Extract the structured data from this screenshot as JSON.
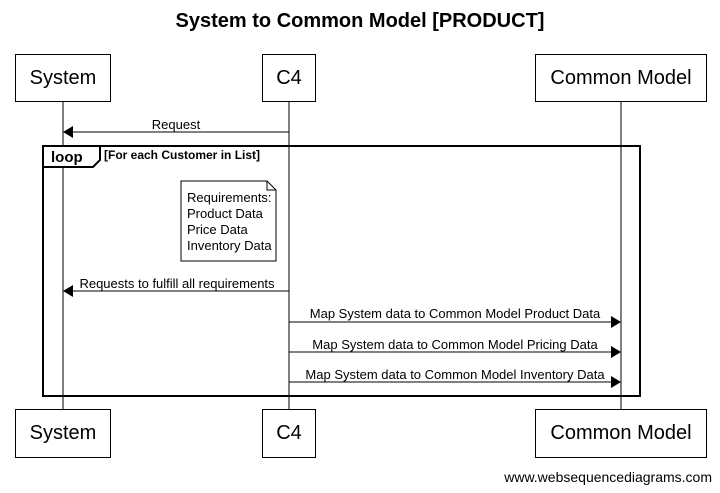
{
  "title": "System to Common Model [PRODUCT]",
  "participants": [
    "System",
    "C4",
    "Common Model"
  ],
  "messages": [
    {
      "from": "C4",
      "to": "System",
      "label": "Request"
    },
    {
      "from": "C4",
      "to": "System",
      "label": "Requests to fulfill all requirements"
    },
    {
      "from": "C4",
      "to": "Common Model",
      "label": "Map System data to Common Model Product Data"
    },
    {
      "from": "C4",
      "to": "Common Model",
      "label": "Map System data to Common Model Pricing Data"
    },
    {
      "from": "C4",
      "to": "Common Model",
      "label": "Map System data to Common Model Inventory Data"
    }
  ],
  "loop": {
    "keyword": "loop",
    "condition": "[For each Customer in List]"
  },
  "note": {
    "lines": [
      "Requirements:",
      "Product Data",
      "Price Data",
      "Inventory Data"
    ]
  },
  "watermark": "www.websequencediagrams.com"
}
